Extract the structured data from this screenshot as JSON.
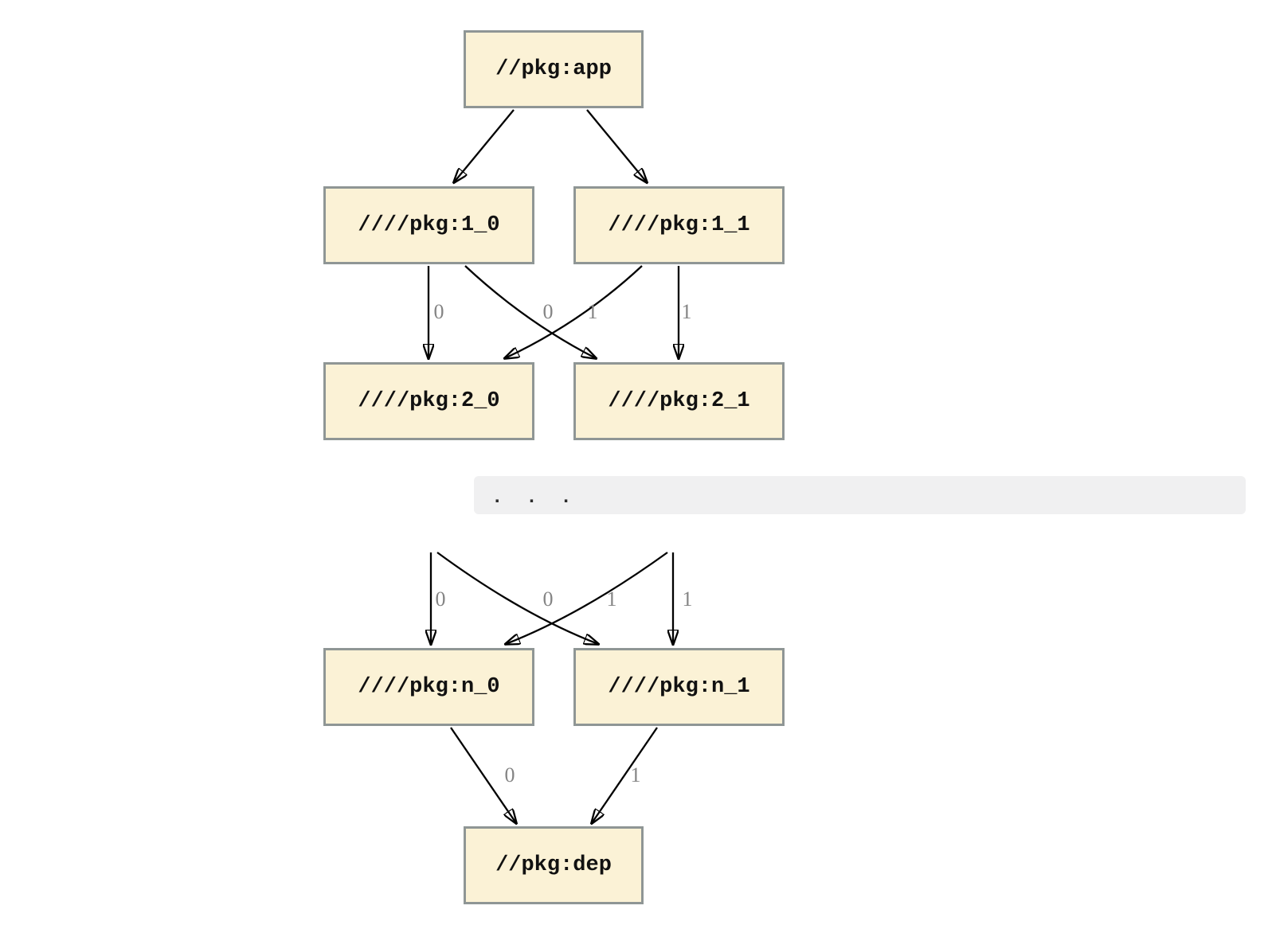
{
  "diagram": {
    "type": "dependency-graph",
    "colors": {
      "node_fill": "#FBF2D6",
      "node_border": "#8F9695",
      "edge": "#000000",
      "edge_label": "#848484",
      "ellipsis_bg": "#F0F0F1",
      "ellipsis_text": "#2B2B2B"
    },
    "nodes": {
      "app": {
        "label": "//pkg:app"
      },
      "n1_0": {
        "label": "////pkg:1_0"
      },
      "n1_1": {
        "label": "////pkg:1_1"
      },
      "n2_0": {
        "label": "////pkg:2_0"
      },
      "n2_1": {
        "label": "////pkg:2_1"
      },
      "nn_0": {
        "label": "////pkg:n_0"
      },
      "nn_1": {
        "label": "////pkg:n_1"
      },
      "dep": {
        "label": "//pkg:dep"
      }
    },
    "edge_labels": {
      "upper": [
        "0",
        "0",
        "1",
        "1"
      ],
      "lower": [
        "0",
        "0",
        "1",
        "1"
      ],
      "bottom": [
        "0",
        "1"
      ]
    },
    "edges": [
      {
        "from": "//pkg:app",
        "to": "////pkg:1_0",
        "label": ""
      },
      {
        "from": "//pkg:app",
        "to": "////pkg:1_1",
        "label": ""
      },
      {
        "from": "////pkg:1_0",
        "to": "////pkg:2_0",
        "label": "0"
      },
      {
        "from": "////pkg:1_1",
        "to": "////pkg:2_0",
        "label": "0"
      },
      {
        "from": "////pkg:1_0",
        "to": "////pkg:2_1",
        "label": "1"
      },
      {
        "from": "////pkg:1_1",
        "to": "////pkg:2_1",
        "label": "1"
      },
      {
        "from": "(hidden)",
        "to": "////pkg:n_0",
        "label": "0"
      },
      {
        "from": "(hidden)",
        "to": "////pkg:n_0",
        "label": "0"
      },
      {
        "from": "(hidden)",
        "to": "////pkg:n_1",
        "label": "1"
      },
      {
        "from": "(hidden)",
        "to": "////pkg:n_1",
        "label": "1"
      },
      {
        "from": "////pkg:n_0",
        "to": "//pkg:dep",
        "label": "0"
      },
      {
        "from": "////pkg:n_1",
        "to": "//pkg:dep",
        "label": "1"
      }
    ],
    "ellipsis": ".  .  ."
  }
}
